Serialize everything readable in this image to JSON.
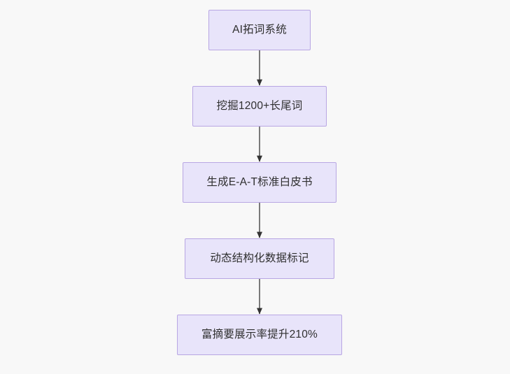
{
  "diagram": {
    "type": "flowchart",
    "orientation": "top-to-bottom",
    "background_color": "#f8f8f8",
    "node_fill_color": "#e8e4fa",
    "node_border_color": "#b8a6e3",
    "node_text_color": "#2f2f2f",
    "edge_color": "#7a7a7a",
    "arrowhead_color": "#333333",
    "nodes": [
      {
        "id": "n1",
        "label": "AI拓词系统"
      },
      {
        "id": "n2",
        "label": "挖掘1200+长尾词"
      },
      {
        "id": "n3",
        "label": "生成E-A-T标准白皮书"
      },
      {
        "id": "n4",
        "label": "动态结构化数据标记"
      },
      {
        "id": "n5",
        "label": "富摘要展示率提升210%"
      }
    ],
    "edges": [
      {
        "from": "n1",
        "to": "n2",
        "label": ""
      },
      {
        "from": "n2",
        "to": "n3",
        "label": ""
      },
      {
        "from": "n3",
        "to": "n4",
        "label": ""
      },
      {
        "from": "n4",
        "to": "n5",
        "label": ""
      }
    ]
  }
}
